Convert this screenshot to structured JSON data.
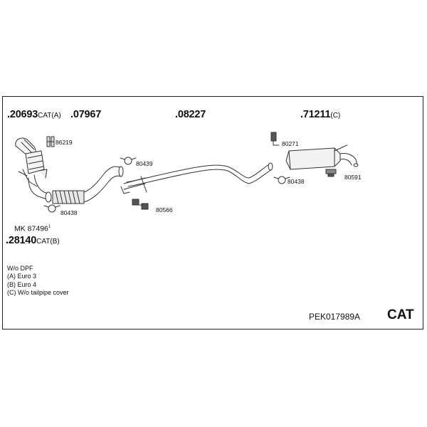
{
  "labels": {
    "p20693": {
      "num": ".20693",
      "suffix": "CAT(A)"
    },
    "p07967": {
      "num": ".07967"
    },
    "p08227": {
      "num": ".08227"
    },
    "p71211": {
      "num": ".71211",
      "suffix": "(C)"
    },
    "p28140": {
      "num": ".28140",
      "suffix": "CAT(B)"
    },
    "mk": {
      "prefix": "MK",
      "num": "87496",
      "sup": "1"
    }
  },
  "parts": {
    "a86219": "86219",
    "a80439": "80439",
    "a80438_left": "80438",
    "a80566": "80566",
    "a80271": "80271",
    "a80438_right": "80438",
    "a80591": "80591"
  },
  "notes": [
    "W/o DPF",
    "(A) Euro 3",
    "(B) Euro 4",
    "(C) W/o tailpipe cover"
  ],
  "footer": {
    "kit_code": "PEK017989A",
    "cat": "CAT"
  }
}
